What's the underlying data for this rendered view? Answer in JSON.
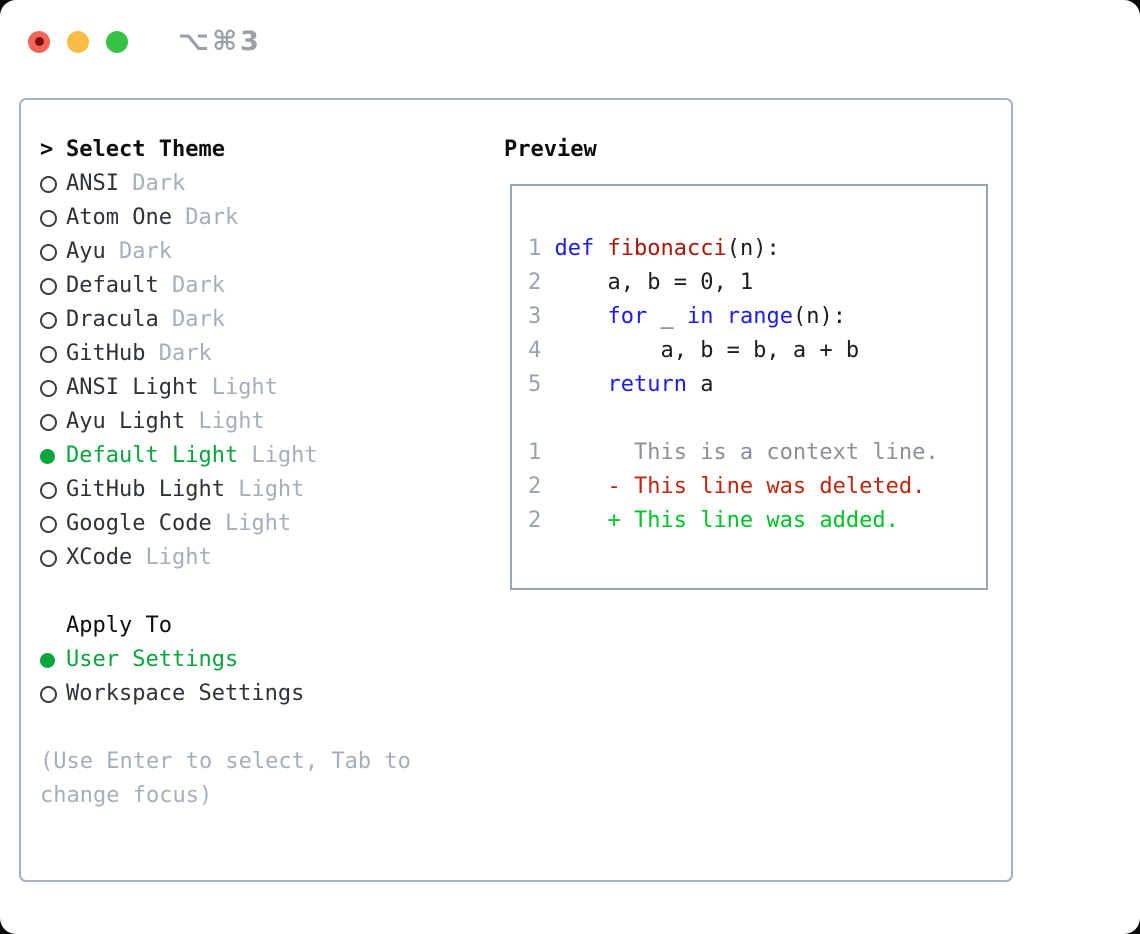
{
  "window": {
    "shortcut_label": "⌥⌘3",
    "traffic_lights": [
      {
        "name": "close",
        "color_key": "traffic-red",
        "has_dot": true
      },
      {
        "name": "minimize",
        "color_key": "traffic-yellow",
        "has_dot": false
      },
      {
        "name": "maximize",
        "color_key": "traffic-green",
        "has_dot": false
      }
    ]
  },
  "colors": {
    "traffic-red": "#f4645a",
    "traffic-red-dot": "#7c1205",
    "traffic-yellow": "#f7bd45",
    "traffic-green": "#35c245",
    "muted-ui": "#9aa0a6",
    "panel-border": "#a9b1bb",
    "preview-border": "#9aa3ae",
    "header-text": "#0c0e10",
    "item-text": "#2e3338",
    "muted-text": "#a6aeb8",
    "ring-stroke": "#3a3f44",
    "accent-green": "#09a63e",
    "line-num": "#9aa2ac",
    "syntax-keyword": "#1c1cf0",
    "syntax-function": "#ab150a",
    "diff-context": "#8a9096",
    "diff-deleted": "#c1250e",
    "diff-added": "#00c427"
  },
  "theme_panel": {
    "select_header": {
      "marker": ">",
      "label": "Select Theme"
    },
    "themes": [
      {
        "name": "ANSI",
        "variant": "Dark",
        "selected": false
      },
      {
        "name": "Atom One",
        "variant": "Dark",
        "selected": false
      },
      {
        "name": "Ayu",
        "variant": "Dark",
        "selected": false
      },
      {
        "name": "Default",
        "variant": "Dark",
        "selected": false
      },
      {
        "name": "Dracula",
        "variant": "Dark",
        "selected": false
      },
      {
        "name": "GitHub",
        "variant": "Dark",
        "selected": false
      },
      {
        "name": "ANSI Light",
        "variant": "Light",
        "selected": false
      },
      {
        "name": "Ayu Light",
        "variant": "Light",
        "selected": false
      },
      {
        "name": "Default Light",
        "variant": "Light",
        "selected": true
      },
      {
        "name": "GitHub Light",
        "variant": "Light",
        "selected": false
      },
      {
        "name": "Google Code",
        "variant": "Light",
        "selected": false
      },
      {
        "name": "XCode",
        "variant": "Light",
        "selected": false
      }
    ],
    "apply_to": {
      "header": "Apply To",
      "options": [
        {
          "label": "User Settings",
          "selected": true
        },
        {
          "label": "Workspace Settings",
          "selected": false
        }
      ]
    },
    "help_lines": [
      "(Use Enter to select, Tab to",
      "change focus)"
    ]
  },
  "preview": {
    "header": "Preview",
    "code_lines": [
      {
        "num": "1",
        "segments": [
          {
            "text": "def",
            "style": "keyword"
          },
          {
            "text": " ",
            "style": "plain"
          },
          {
            "text": "fibonacci",
            "style": "function"
          },
          {
            "text": "(n):",
            "style": "plain"
          }
        ]
      },
      {
        "num": "2",
        "segments": [
          {
            "text": "    a, b = 0, 1",
            "style": "plain"
          }
        ]
      },
      {
        "num": "3",
        "segments": [
          {
            "text": "    ",
            "style": "plain"
          },
          {
            "text": "for",
            "style": "keyword"
          },
          {
            "text": " _ ",
            "style": "plain"
          },
          {
            "text": "in",
            "style": "keyword"
          },
          {
            "text": " ",
            "style": "plain"
          },
          {
            "text": "range",
            "style": "keyword"
          },
          {
            "text": "(n):",
            "style": "plain"
          }
        ]
      },
      {
        "num": "4",
        "segments": [
          {
            "text": "        a, b = b, a + b",
            "style": "plain"
          }
        ]
      },
      {
        "num": "5",
        "segments": [
          {
            "text": "    ",
            "style": "plain"
          },
          {
            "text": "return",
            "style": "keyword"
          },
          {
            "text": " a",
            "style": "plain"
          }
        ]
      }
    ],
    "diff_lines": [
      {
        "num": "1",
        "text": "      This is a context line.",
        "style": "context"
      },
      {
        "num": "2",
        "text": "    - This line was deleted.",
        "style": "deleted"
      },
      {
        "num": "2",
        "text": "    + This line was added.",
        "style": "added"
      }
    ]
  }
}
